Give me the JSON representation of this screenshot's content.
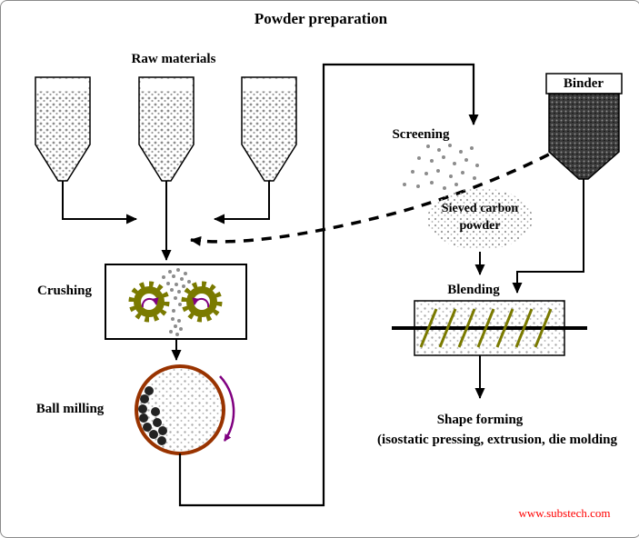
{
  "diagram": {
    "title": "Powder preparation",
    "labels": {
      "raw_materials": "Raw materials",
      "binder": "Binder",
      "screening": "Screening",
      "sieved_carbon_line1": "Sieved carbon",
      "sieved_carbon_line2": "powder",
      "crushing": "Crushing",
      "ball_milling": "Ball milling",
      "blending": "Blending",
      "shape_forming_line1": "Shape forming",
      "shape_forming_line2": "(isostatic pressing, extrusion, die molding"
    },
    "watermark": "www.substech.com",
    "colors": {
      "gear_olive": "#7a7a00",
      "rotation_purple": "#800080",
      "mill_brown": "#993300",
      "watermark_red": "#ff0000",
      "particle_gray": "#8c8c8c"
    }
  }
}
